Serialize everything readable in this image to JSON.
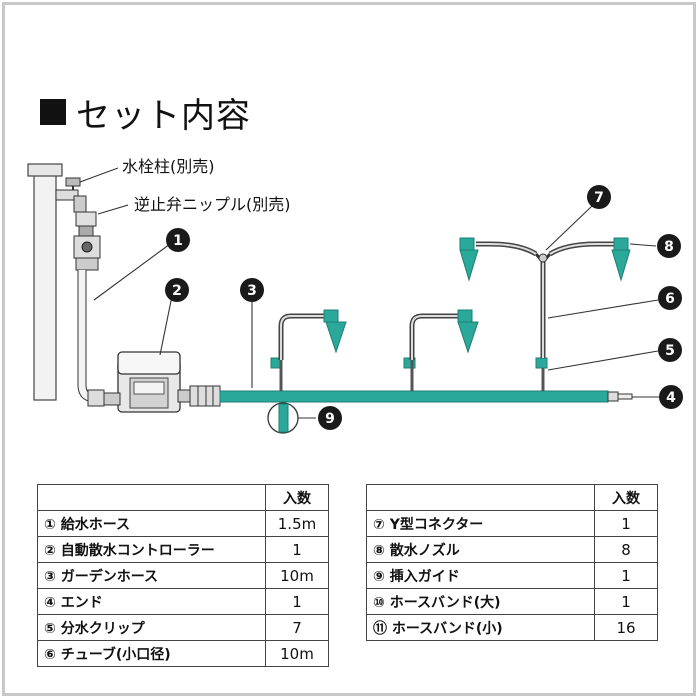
{
  "title": "セット内容",
  "labels": {
    "faucet_post": "水栓柱(別売)",
    "check_valve": "逆止弁ニップル(別売)"
  },
  "markers": [
    "1",
    "2",
    "3",
    "4",
    "5",
    "6",
    "7",
    "8",
    "9"
  ],
  "table_header_qty": "入数",
  "table_left": [
    {
      "name": "① 給水ホース",
      "qty": "1.5m"
    },
    {
      "name": "② 自動散水コントローラー",
      "qty": "1"
    },
    {
      "name": "③ ガーデンホース",
      "qty": "10m"
    },
    {
      "name": "④ エンド",
      "qty": "1"
    },
    {
      "name": "⑤ 分水クリップ",
      "qty": "7"
    },
    {
      "name": "⑥ チューブ(小口径)",
      "qty": "10m"
    }
  ],
  "table_right": [
    {
      "name": "⑦ Y型コネクター",
      "qty": "1"
    },
    {
      "name": "⑧ 散水ノズル",
      "qty": "8"
    },
    {
      "name": "⑨ 挿入ガイド",
      "qty": "1"
    },
    {
      "name": "⑩ ホースバンド(大)",
      "qty": "1"
    },
    {
      "name": "⑪ ホースバンド(小)",
      "qty": "16"
    }
  ],
  "colors": {
    "hose_teal": "#2aa89a",
    "hose_teal_dark": "#1f7f75",
    "marker_fill": "#1a1a1a",
    "tube_gray": "#555555"
  }
}
